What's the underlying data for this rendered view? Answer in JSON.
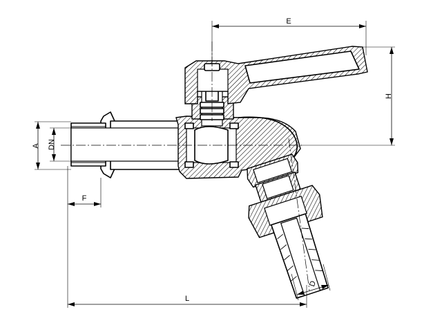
{
  "dimensions": {
    "A": "A",
    "DN": "DN",
    "F": "F",
    "L": "L",
    "E": "E",
    "H": "H",
    "D": "D"
  }
}
